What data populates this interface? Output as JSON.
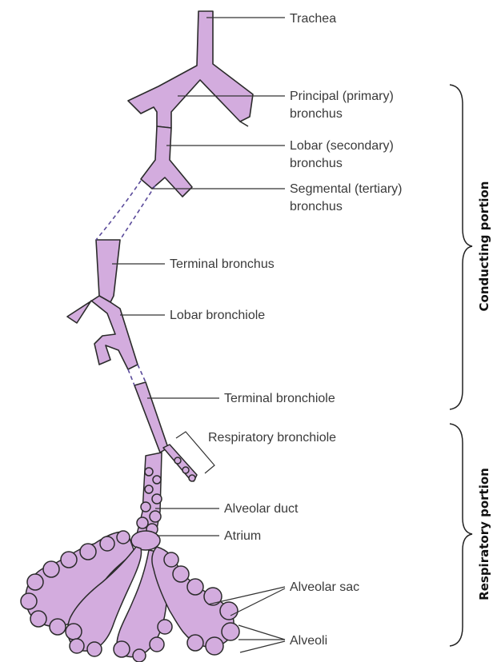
{
  "colors": {
    "airway_fill": "#d3acde",
    "airway_outline": "#2b2b2b",
    "dashed_gap": "#5a4a9a",
    "leader_lines": "#333333"
  },
  "labels": {
    "trachea": "Trachea",
    "principal_line1": "Principal (primary)",
    "principal_line2": "bronchus",
    "lobar_line1": "Lobar (secondary)",
    "lobar_line2": "bronchus",
    "segmental_line1": "Segmental (tertiary)",
    "segmental_line2": "bronchus",
    "terminal_bronchus": "Terminal bronchus",
    "lobar_bronchiole": "Lobar bronchiole",
    "terminal_bronchiole": "Terminal bronchiole",
    "respiratory_bronchiole": "Respiratory bronchiole",
    "alveolar_duct": "Alveolar duct",
    "atrium": "Atrium",
    "alveolar_sac": "Alveolar sac",
    "alveoli": "Alveoli"
  },
  "groups": {
    "conducting": "Conducting portion",
    "respiratory": "Respiratory portion"
  }
}
